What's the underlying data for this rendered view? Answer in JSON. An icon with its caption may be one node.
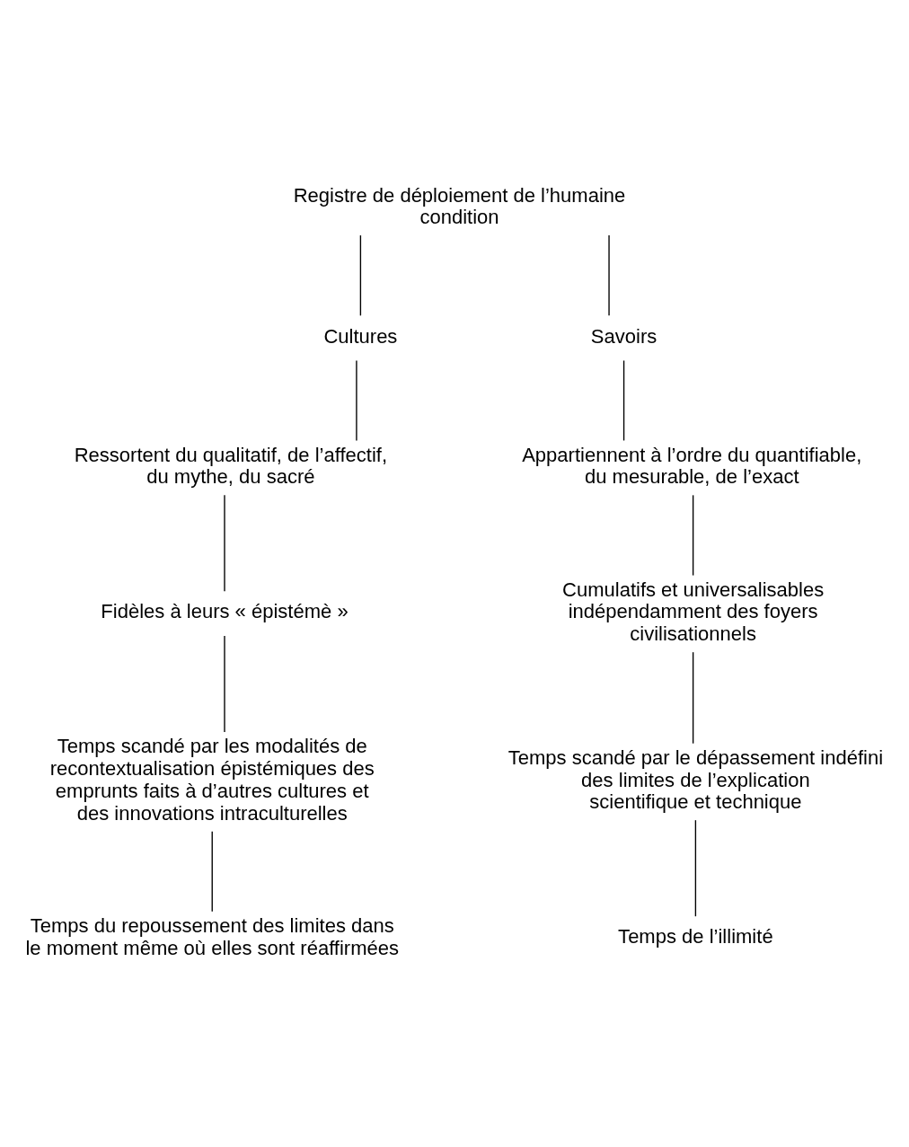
{
  "diagram": {
    "nodes": [
      {
        "text": [
          "Registre de déploiement de l’humaine condition"
        ]
      },
      {
        "text": [
          "Cultures"
        ]
      },
      {
        "text": [
          "Savoirs"
        ]
      },
      {
        "text": [
          "Ressortent du qualitatif, de l’affectif, du mythe, du sacré"
        ]
      },
      {
        "text": [
          "Appartiennent à l’ordre du quantifiable, du mesurable, de l’exact"
        ]
      },
      {
        "text": [
          "Fidèles à leurs « épistémè »"
        ]
      },
      {
        "text": [
          "Cumulatifs et universalisables indépendamment des foyers civilisationnels"
        ]
      },
      {
        "text": [
          "Temps scandé par les modalités de recontextualisation épistémiques des emprunts faits à d’autres cultures et des innovations intraculturelles"
        ]
      },
      {
        "text": [
          "Temps scandé par le dépassement indéfini des limites de l’explication scientifique et technique"
        ]
      },
      {
        "text": [
          "Temps du repoussement des limites dans le moment même où elles sont réaffirmées"
        ]
      },
      {
        "text": [
          "Temps de l’illimité"
        ]
      }
    ],
    "edges": [
      {
        "from": 0,
        "to": 1,
        "arrow": "none"
      },
      {
        "from": 0,
        "to": 2,
        "arrow": "none"
      },
      {
        "from": 1,
        "to": 3,
        "arrow": "none"
      },
      {
        "from": 2,
        "to": 4,
        "arrow": "none"
      },
      {
        "from": 3,
        "to": 5,
        "arrow": "none"
      },
      {
        "from": 4,
        "to": 6,
        "arrow": "none"
      },
      {
        "from": 5,
        "to": 7,
        "arrow": "none"
      },
      {
        "from": 6,
        "to": 8,
        "arrow": "none"
      },
      {
        "from": 7,
        "to": 9,
        "arrow": "none"
      },
      {
        "from": 8,
        "to": 10,
        "arrow": "none"
      }
    ]
  }
}
